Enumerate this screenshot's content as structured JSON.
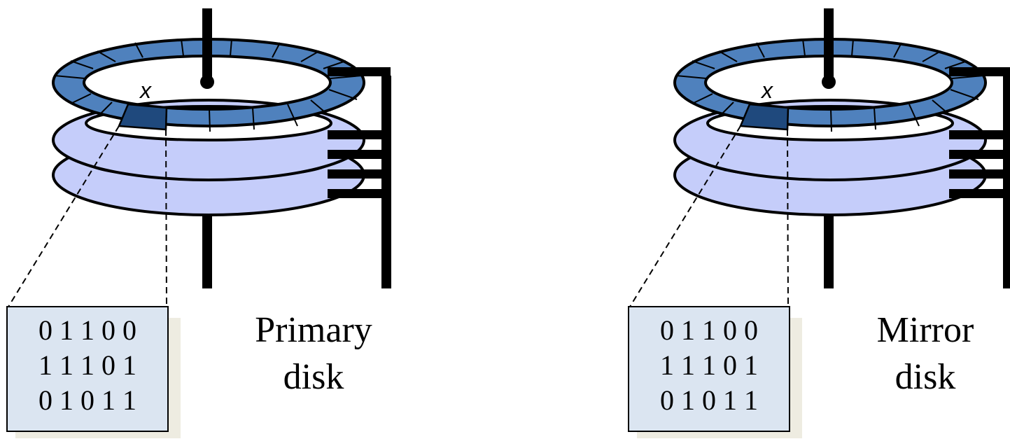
{
  "colors": {
    "top_ring": "#4f81bd",
    "top_ring_dark": "#1f497d",
    "lower_platter": "#c5cdfa",
    "bits_box_fill": "#dbe5f1",
    "bits_box_shadow": "#eeece1",
    "stroke": "#000000"
  },
  "primary": {
    "sector_label": "x",
    "bits_rows": [
      "0 1 1 0 0",
      "1 1 1 0 1",
      "0 1 0 1 1"
    ],
    "caption_line1": "Primary",
    "caption_line2": "disk"
  },
  "mirror": {
    "sector_label": "x",
    "bits_rows": [
      "0 1 1 0 0",
      "1 1 1 0 1",
      "0 1 0 1 1"
    ],
    "caption_line1": "Mirror",
    "caption_line2": "disk"
  }
}
